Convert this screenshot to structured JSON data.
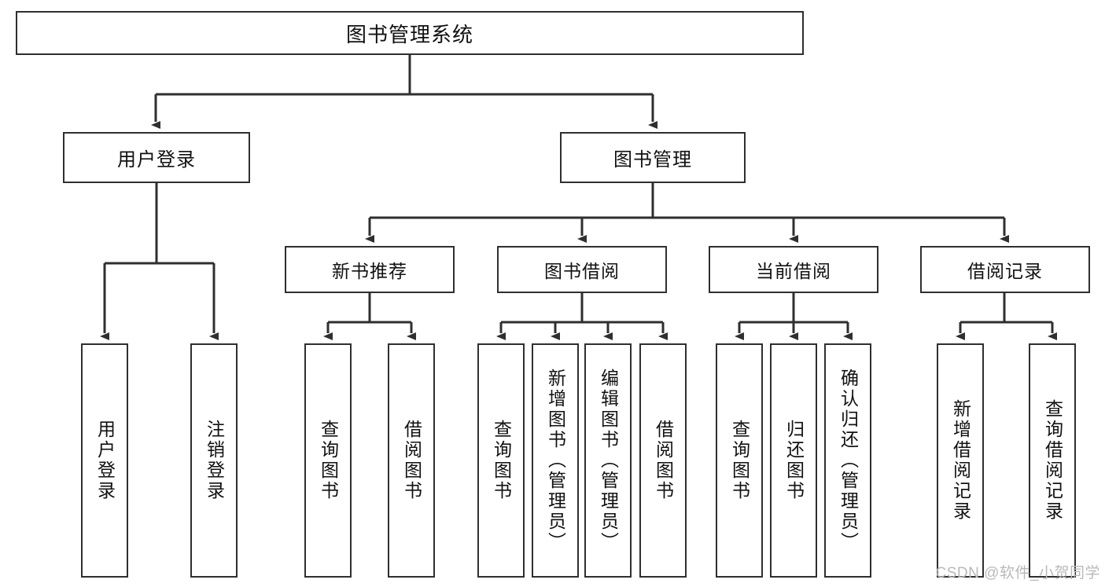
{
  "diagram": {
    "title_node": {
      "label": "图书管理系统"
    },
    "level2": [
      {
        "id": "user-login",
        "label": "用户登录"
      },
      {
        "id": "book-management",
        "label": "图书管理"
      }
    ],
    "level3": [
      {
        "id": "new-book-recommend",
        "label": "新书推荐"
      },
      {
        "id": "book-borrow",
        "label": "图书借阅"
      },
      {
        "id": "current-borrow",
        "label": "当前借阅"
      },
      {
        "id": "borrow-record",
        "label": "借阅记录"
      }
    ],
    "leaves": {
      "user_login": [
        {
          "id": "leaf-user-login",
          "label": "用户登录"
        },
        {
          "id": "leaf-logout-login",
          "label": "注销登录"
        }
      ],
      "new_book_recommend": [
        {
          "id": "leaf-query-book-1",
          "label": "查询图书"
        },
        {
          "id": "leaf-borrow-book-1",
          "label": "借阅图书"
        }
      ],
      "book_borrow": [
        {
          "id": "leaf-query-book-2",
          "label": "查询图书"
        },
        {
          "id": "leaf-add-book",
          "label": "新增图书（管理员）"
        },
        {
          "id": "leaf-edit-book",
          "label": "编辑图书（管理员）"
        },
        {
          "id": "leaf-borrow-book-2",
          "label": "借阅图书"
        }
      ],
      "current_borrow": [
        {
          "id": "leaf-query-book-3",
          "label": "查询图书"
        },
        {
          "id": "leaf-return-book",
          "label": "归还图书"
        },
        {
          "id": "leaf-confirm-return",
          "label": "确认归还（管理员）"
        }
      ],
      "borrow_record": [
        {
          "id": "leaf-add-record",
          "label": "新增借阅记录"
        },
        {
          "id": "leaf-query-record",
          "label": "查询借阅记录"
        }
      ]
    }
  },
  "watermark": {
    "text": "CSDN @软件_小贺同学"
  },
  "colors": {
    "stroke": "#2f2f2f",
    "fill": "#ffffff",
    "text": "#111111",
    "watermark": "#b9b9b9"
  }
}
